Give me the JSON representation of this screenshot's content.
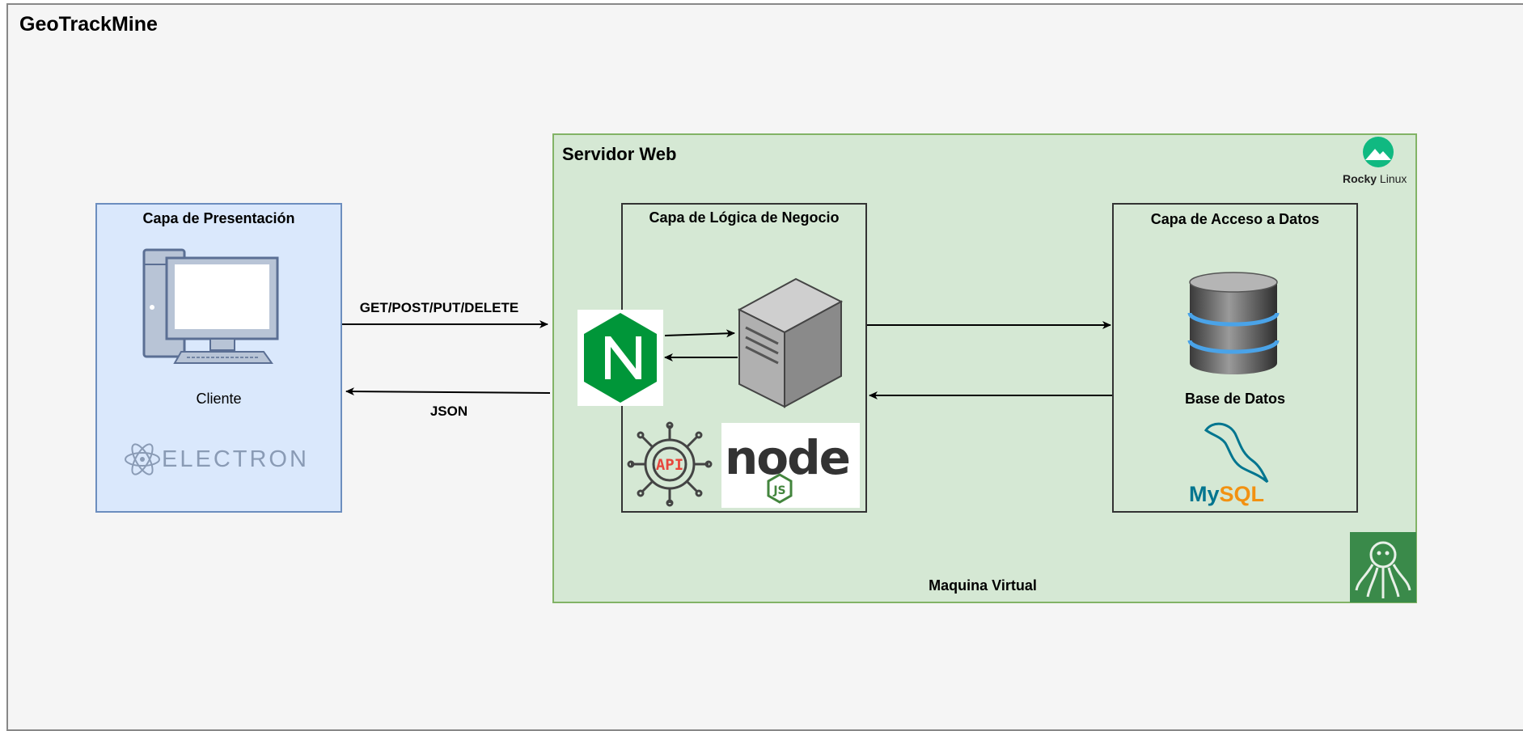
{
  "app_title": "GeoTrackMine",
  "server": {
    "title": "Servidor Web",
    "rocky_logo": {
      "name": "rocky-linux-logo",
      "text_bold": "Rocky",
      "text_light": " Linux",
      "color": "#10b981"
    },
    "vm_label": "Maquina Virtual",
    "vm_icon": "octopus-icon"
  },
  "presentation": {
    "title": "Capa de Presentación",
    "client_label": "Cliente",
    "computer_icon": "desktop-computer-icon",
    "electron_logo_text": "ELECTRON"
  },
  "logic": {
    "title": "Capa de Lógica de Negocio",
    "nginx_icon": "nginx-icon",
    "server_icon": "server-tower-icon",
    "api_icon": "api-gear-icon",
    "api_text": "API",
    "node_logo_text": "node"
  },
  "data_access": {
    "title": "Capa de Acceso a Datos",
    "db_label": "Base de Datos",
    "db_icon": "database-icon",
    "mysql_logo": {
      "my": "My",
      "sql": "SQL"
    }
  },
  "connections": {
    "request_label": "GET/POST/PUT/DELETE",
    "response_label": "JSON"
  },
  "colors": {
    "server_fill": "#d5e8d4",
    "server_border": "#82b366",
    "presentation_fill": "#dae8fc",
    "presentation_border": "#6c8ebf",
    "nginx": "#009639",
    "mysql_blue": "#00758f",
    "mysql_orange": "#f29111"
  }
}
